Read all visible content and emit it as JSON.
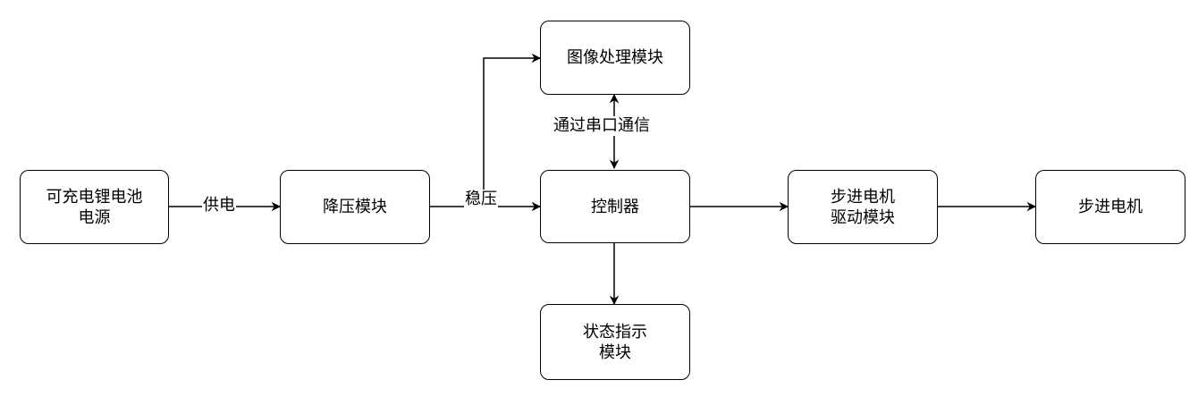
{
  "nodes": {
    "battery": [
      "可充电锂电池",
      "电源"
    ],
    "buck": [
      "降压模块"
    ],
    "image": [
      "图像处理模块"
    ],
    "controller": [
      "控制器"
    ],
    "driver": [
      "步进电机",
      "驱动模块"
    ],
    "motor": [
      "步进电机"
    ],
    "status": [
      "状态指示",
      "模块"
    ]
  },
  "edge_labels": {
    "power": "供电",
    "regulate": "稳压",
    "serial": "通过串口通信"
  }
}
